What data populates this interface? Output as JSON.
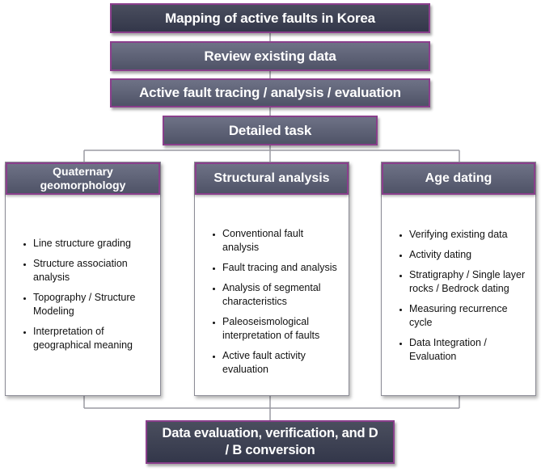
{
  "top_boxes": [
    {
      "label": "Mapping of active faults in Korea"
    },
    {
      "label": "Review existing data"
    },
    {
      "label": "Active fault tracing / analysis / evaluation"
    }
  ],
  "detailed_task": {
    "label": "Detailed task"
  },
  "panels": [
    {
      "title": "Quaternary geomorphology",
      "items": [
        "Line structure grading",
        "Structure association analysis",
        "Topography / Structure Modeling",
        "Interpretation of geographical meaning"
      ]
    },
    {
      "title": "Structural analysis",
      "items": [
        "Conventional fault analysis",
        "Fault tracing and analysis",
        "Analysis of segmental characteristics",
        "Paleoseismological interpretation of faults",
        "Active fault activity evaluation"
      ]
    },
    {
      "title": "Age dating",
      "items": [
        "Verifying existing data",
        "Activity dating",
        "Stratigraphy / Single layer rocks / Bedrock dating",
        "Measuring recurrence cycle",
        "Data Integration / Evaluation"
      ]
    }
  ],
  "final_box": {
    "label": "Data evaluation, verification, and D / B conversion"
  },
  "colors": {
    "box_fill": "#5f6377",
    "box_border": "#8a3f8c",
    "panel_border": "#8c8c96",
    "connector": "#9a9aa2"
  }
}
